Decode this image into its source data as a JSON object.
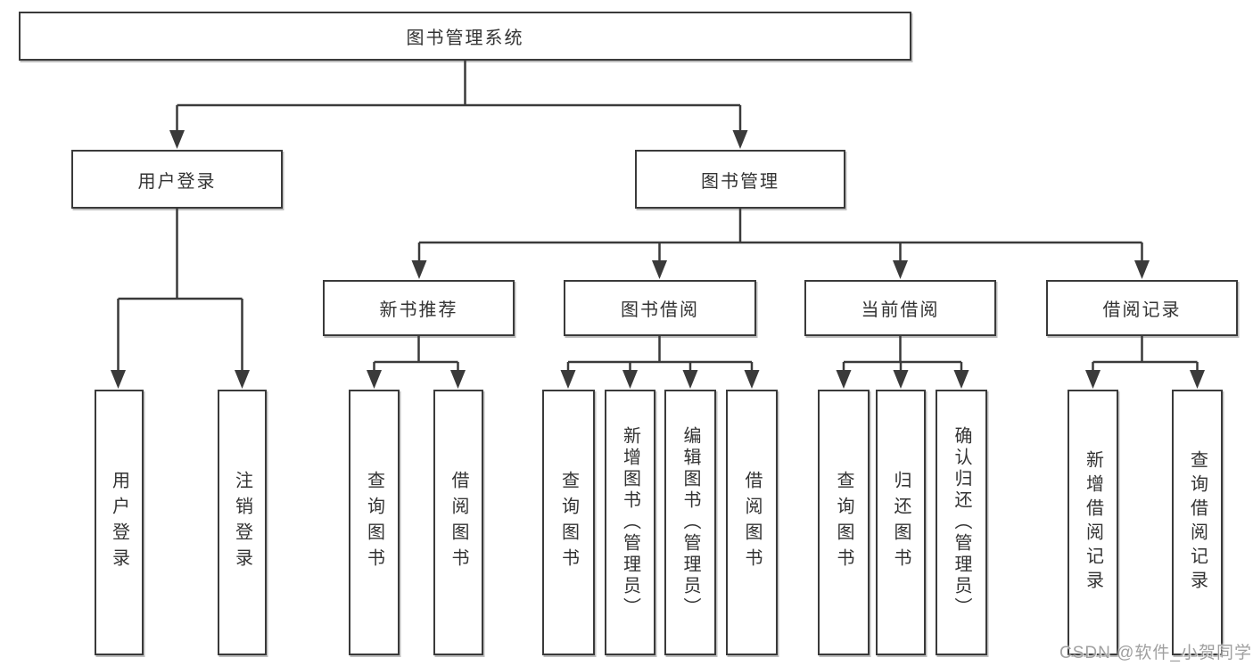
{
  "diagram": {
    "root": {
      "label": "图书管理系统"
    },
    "level2": [
      {
        "label": "用户登录"
      },
      {
        "label": "图书管理"
      }
    ],
    "level3": [
      {
        "label": "新书推荐"
      },
      {
        "label": "图书借阅"
      },
      {
        "label": "当前借阅"
      },
      {
        "label": "借阅记录"
      }
    ],
    "leaves": {
      "user_login": [
        "用户登录",
        "注销登录"
      ],
      "new_recommend": [
        "查询图书",
        "借阅图书"
      ],
      "book_borrow": [
        "查询图书",
        "新增图书（管理员）",
        "编辑图书（管理员）",
        "借阅图书"
      ],
      "current_borrow": [
        "查询图书",
        "归还图书",
        "确认归还（管理员）"
      ],
      "borrow_records": [
        "新增借阅记录",
        "查询借阅记录"
      ]
    }
  },
  "watermark": {
    "text": "CSDN @软件_小贺同学"
  },
  "colors": {
    "line": "#3a3a3a",
    "node_border": "#3a3a3a",
    "node_fill": "#ffffff",
    "text": "#333333",
    "watermark": "#a0a0a0",
    "background": "#ffffff"
  }
}
